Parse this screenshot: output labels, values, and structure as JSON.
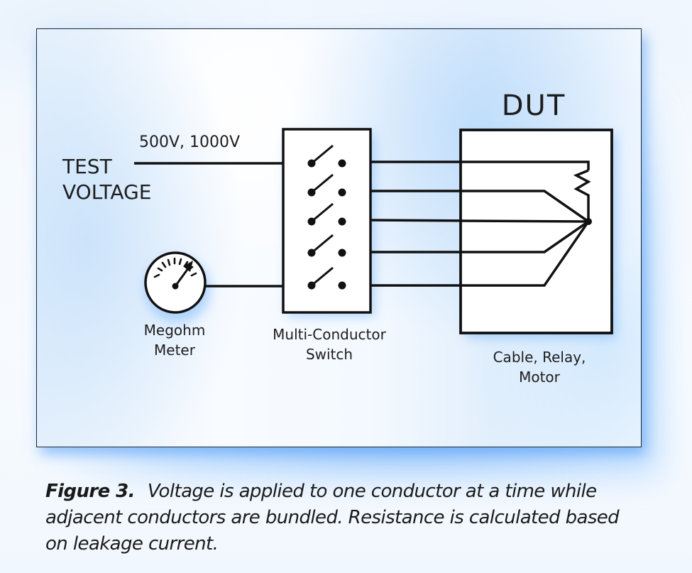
{
  "diagram": {
    "title": "DUT",
    "test_voltage": {
      "line1": "TEST",
      "line2": "VOLTAGE",
      "values_label": "500V, 1000V"
    },
    "meter": {
      "line1": "Megohm",
      "line2": "Meter"
    },
    "switch": {
      "line1": "Multi-Conductor",
      "line2": "Switch",
      "switch_count": 5
    },
    "dut": {
      "line1": "Cable, Relay,",
      "line2": "Motor"
    },
    "colors": {
      "line": "#111111",
      "glow": "#5aa5fa"
    }
  },
  "caption": {
    "figure_label": "Figure 3.",
    "text": "Voltage is applied to one conductor at a time while adjacent conductors are bundled. Resistance is calculated based on leakage current."
  }
}
